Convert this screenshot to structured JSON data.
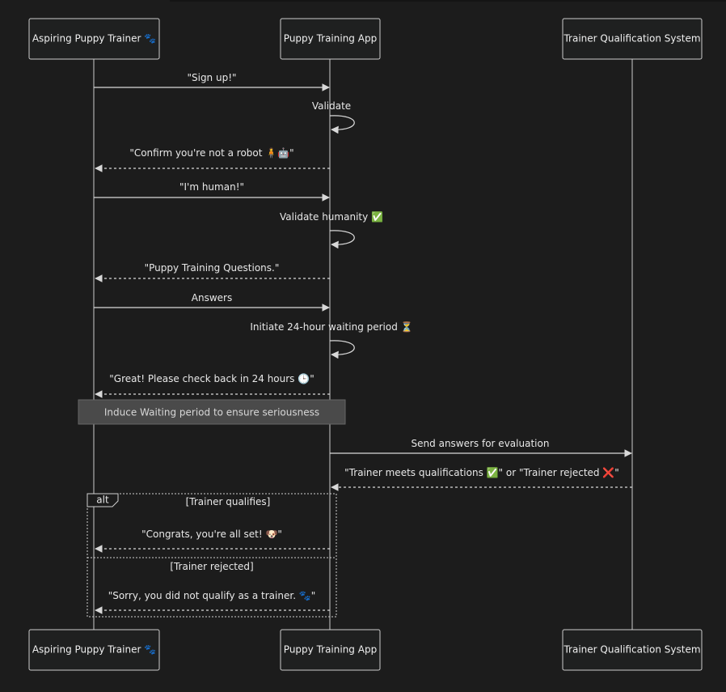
{
  "actors": [
    {
      "id": "trainer",
      "label": "Aspiring Puppy Trainer 🐾"
    },
    {
      "id": "app",
      "label": "Puppy Training App"
    },
    {
      "id": "system",
      "label": "Trainer Qualification System"
    }
  ],
  "messages": [
    {
      "from": "trainer",
      "to": "app",
      "text": "\"Sign up!\"",
      "style": "solid"
    },
    {
      "from": "app",
      "to": "app",
      "text": "Validate",
      "style": "solid"
    },
    {
      "from": "app",
      "to": "trainer",
      "text": "\"Confirm you're not a robot 🧍🤖\"",
      "style": "dashed"
    },
    {
      "from": "trainer",
      "to": "app",
      "text": "\"I'm human!\"",
      "style": "solid"
    },
    {
      "from": "app",
      "to": "app",
      "text": "Validate humanity ✅",
      "style": "solid"
    },
    {
      "from": "app",
      "to": "trainer",
      "text": "\"Puppy Training Questions.\"",
      "style": "dashed"
    },
    {
      "from": "trainer",
      "to": "app",
      "text": "Answers",
      "style": "solid"
    },
    {
      "from": "app",
      "to": "app",
      "text": "Initiate 24-hour waiting period ⏳",
      "style": "solid"
    },
    {
      "from": "app",
      "to": "trainer",
      "text": "\"Great! Please check back in 24 hours 🕒\"",
      "style": "dashed"
    },
    {
      "from": "app",
      "to": "system",
      "text": "Send answers for evaluation",
      "style": "solid"
    },
    {
      "from": "system",
      "to": "app",
      "text": "\"Trainer meets qualifications ✅\" or \"Trainer rejected ❌\"",
      "style": "dashed"
    },
    {
      "from": "app",
      "to": "trainer",
      "text": "\"Congrats, you're all set! 🐶\"",
      "style": "dashed"
    },
    {
      "from": "app",
      "to": "trainer",
      "text": "\"Sorry, you did not qualify as a trainer. 🐾\"",
      "style": "dashed"
    }
  ],
  "note": {
    "text": "Induce Waiting period to ensure seriousness"
  },
  "alt_frame": {
    "label": "alt",
    "sections": [
      {
        "condition": "[Trainer qualifies]"
      },
      {
        "condition": "[Trainer rejected]"
      }
    ]
  },
  "colors": {
    "background": "#1c1c1c",
    "actor_fill": "#1f2020",
    "line": "#cccccc",
    "note_fill": "#4a4a4a",
    "text": "#e8e8e8"
  }
}
